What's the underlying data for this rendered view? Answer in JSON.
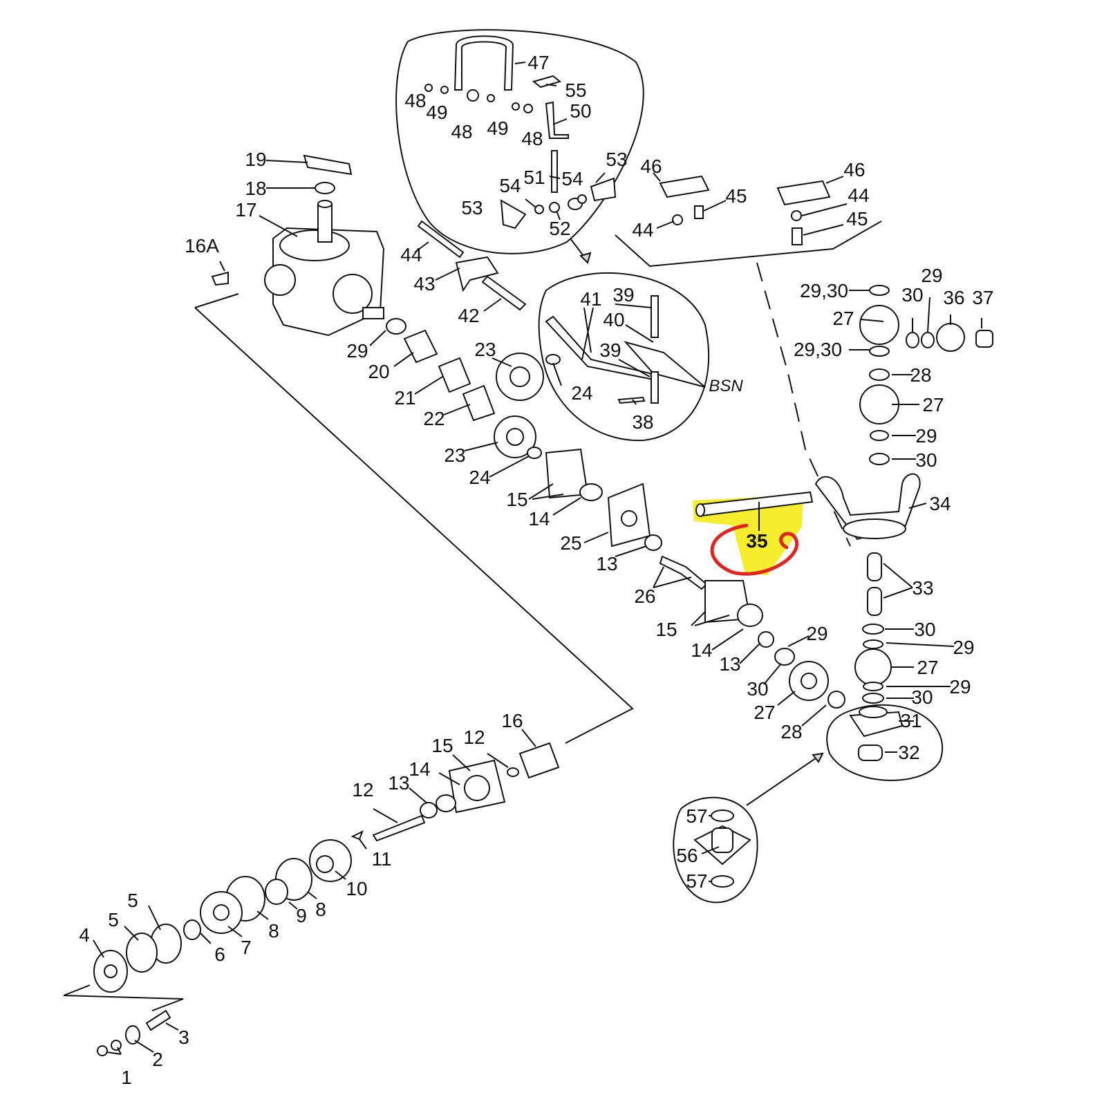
{
  "labels": {
    "l1": "1",
    "l2": "2",
    "l3": "3",
    "l4": "4",
    "l5a": "5",
    "l5b": "5",
    "l6": "6",
    "l7": "7",
    "l8a": "8",
    "l8b": "8",
    "l9": "9",
    "l10": "10",
    "l11": "11",
    "l12a": "12",
    "l12b": "12",
    "l13a": "13",
    "l13b": "13",
    "l13c": "13",
    "l14a": "14",
    "l14b": "14",
    "l14c": "14",
    "l15a": "15",
    "l15b": "15",
    "l15c": "15",
    "l16": "16",
    "l16A": "16A",
    "l17": "17",
    "l18": "18",
    "l19": "19",
    "l20": "20",
    "l21": "21",
    "l22": "22",
    "l23a": "23",
    "l23b": "23",
    "l24a": "24",
    "l24b": "24",
    "l25": "25",
    "l26": "26",
    "l27a": "27",
    "l27b": "27",
    "l27c": "27",
    "l27d": "27",
    "l28a": "28",
    "l28b": "28",
    "l29a": "29",
    "l29b": "29",
    "l29c": "29",
    "l29d": "29",
    "l29e": "29",
    "l29f": "29",
    "l2930a": "29,30",
    "l2930b": "29,30",
    "l30a": "30",
    "l30b": "30",
    "l30c": "30",
    "l30d": "30",
    "l30e": "30",
    "l31": "31",
    "l32": "32",
    "l33": "33",
    "l34": "34",
    "l35": "35",
    "l36": "36",
    "l37": "37",
    "l38": "38",
    "l39a": "39",
    "l39b": "39",
    "l40": "40",
    "l41": "41",
    "l42": "42",
    "l43": "43",
    "l44a": "44",
    "l44b": "44",
    "l44c": "44",
    "l45a": "45",
    "l45b": "45",
    "l46a": "46",
    "l46b": "46",
    "l47": "47",
    "l48a": "48",
    "l48b": "48",
    "l48c": "48",
    "l49a": "49",
    "l49b": "49",
    "l50": "50",
    "l51": "51",
    "l52": "52",
    "l53a": "53",
    "l53b": "53",
    "l54a": "54",
    "l54b": "54",
    "l55": "55",
    "l56": "56",
    "l57a": "57",
    "l57b": "57",
    "handwritten": "BSN"
  },
  "highlight": {
    "part": "35",
    "highlight_color": "#f5ec1c",
    "circle_color": "#e0241f"
  }
}
